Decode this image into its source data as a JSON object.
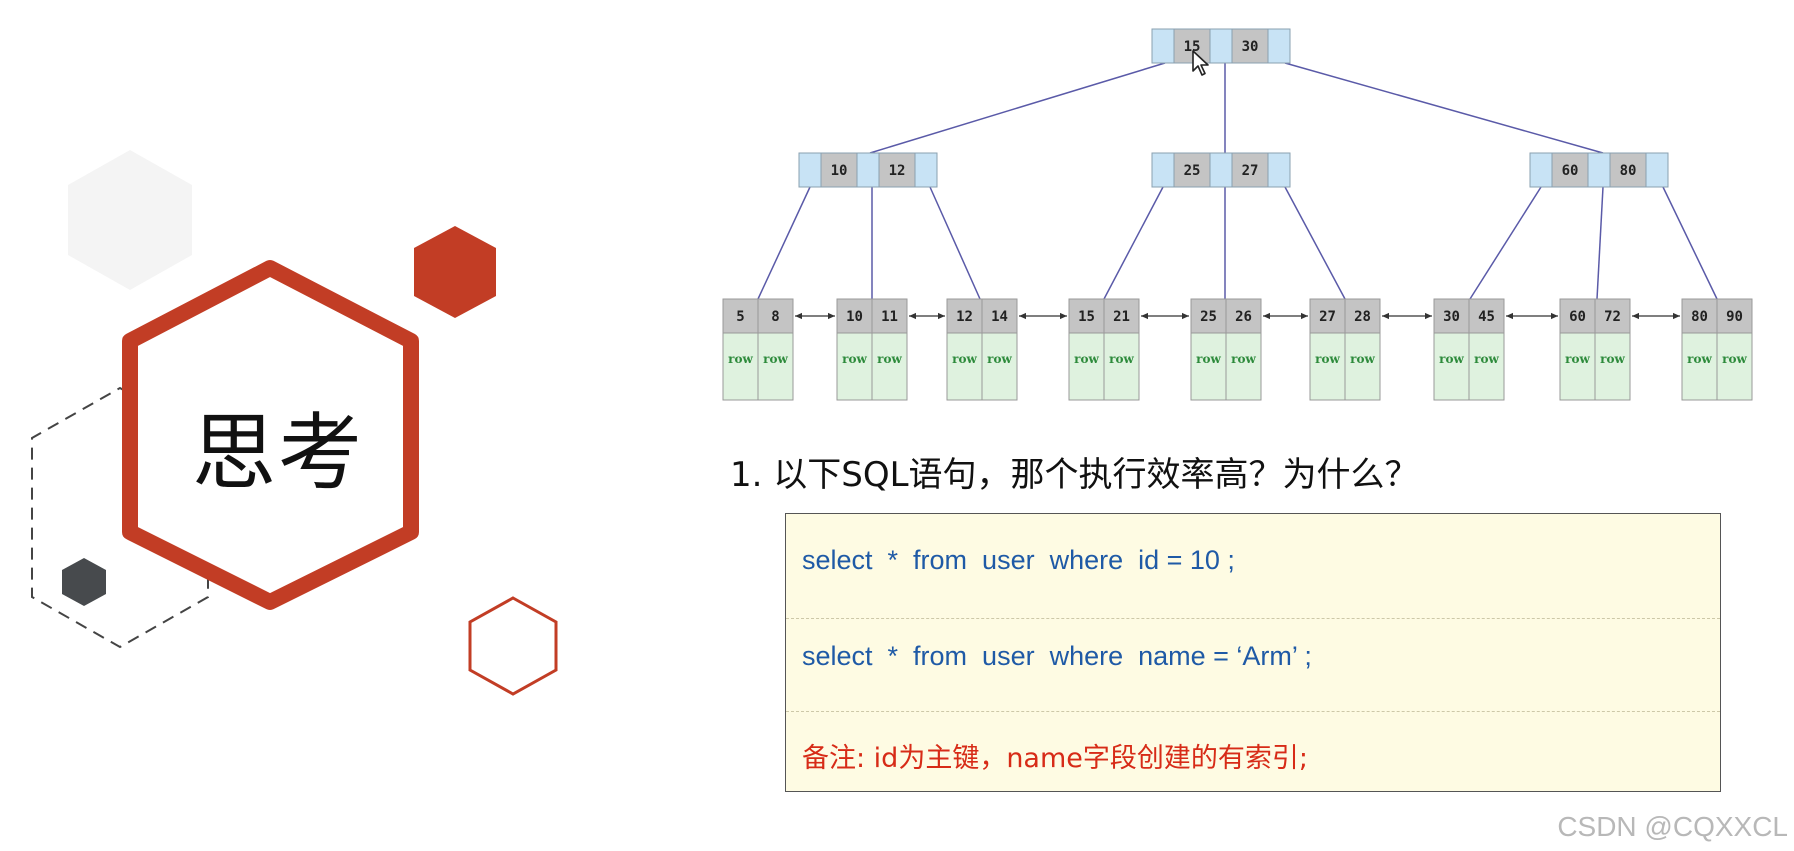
{
  "title": "思考",
  "question": "1.  以下SQL语句，那个执行效率高？为什么？",
  "code": {
    "line1": "select  *  from  user  where  id = 10 ;",
    "line2": "select  *  from  user  where  name = ‘Arm’ ;",
    "note": "备注: id为主键，name字段创建的有索引;"
  },
  "watermark": "CSDN @CQXXCL",
  "tree": {
    "root": [
      "15",
      "30"
    ],
    "internal": [
      [
        "10",
        "12"
      ],
      [
        "25",
        "27"
      ],
      [
        "60",
        "80"
      ]
    ],
    "leaves": [
      [
        "5",
        "8"
      ],
      [
        "10",
        "11"
      ],
      [
        "12",
        "14"
      ],
      [
        "15",
        "21"
      ],
      [
        "25",
        "26"
      ],
      [
        "27",
        "28"
      ],
      [
        "30",
        "45"
      ],
      [
        "60",
        "72"
      ],
      [
        "80",
        "90"
      ]
    ],
    "row_label": "row"
  },
  "colors": {
    "accent_red": "#c23d25",
    "node_blue": "#c8e3f5",
    "node_gray": "#c4c4c4",
    "row_green": "#dff2df",
    "row_text": "#2e8b3c",
    "sql_blue": "#1f5aa6",
    "note_red": "#d72b17"
  }
}
